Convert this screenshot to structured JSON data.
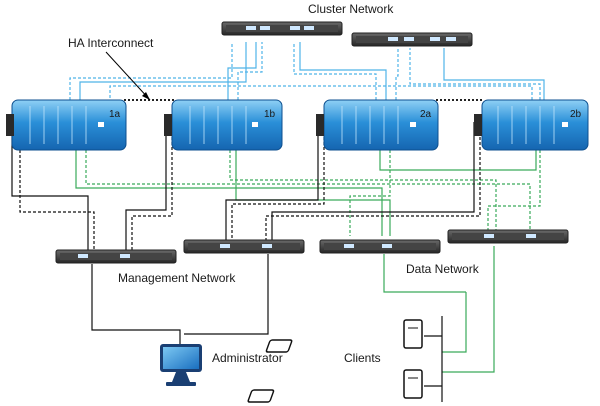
{
  "labels": {
    "cluster_network": "Cluster Network",
    "ha_interconnect": "HA Interconnect",
    "management_network": "Management Network",
    "data_network": "Data Network",
    "administrator": "Administrator",
    "clients": "Clients"
  },
  "nodes": [
    "1a",
    "1b",
    "2a",
    "2b"
  ],
  "colors": {
    "cluster_link": "#4fb3e8",
    "data_link": "#3aaa5a",
    "mgmt_link": "#111111",
    "node_body": "#2a8fd8",
    "switch_body": "#3a3a3a"
  }
}
